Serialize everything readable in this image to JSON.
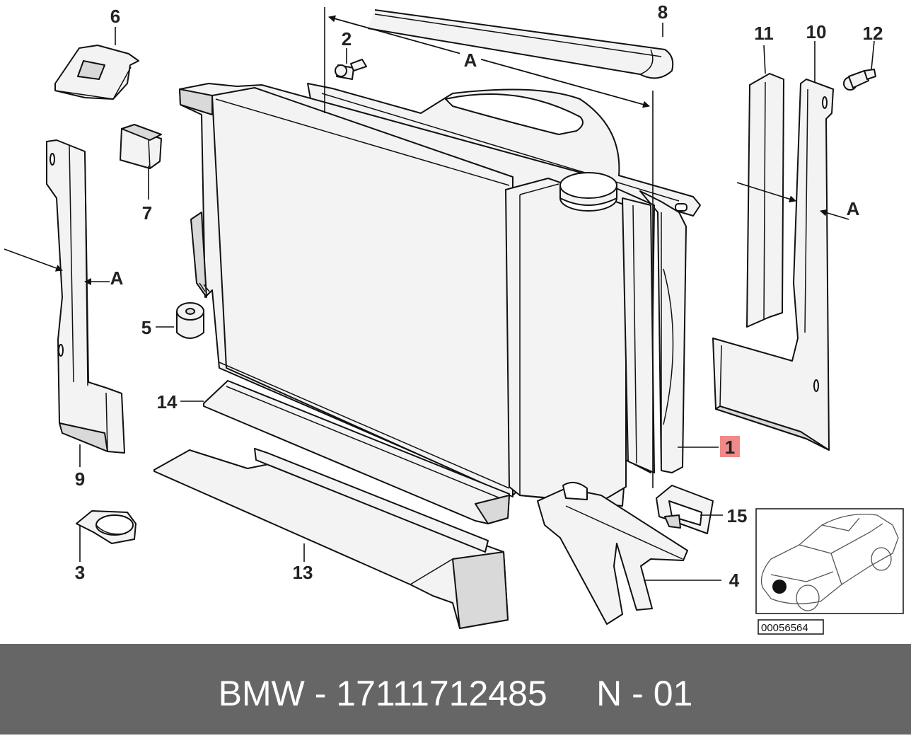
{
  "diagram": {
    "callouts": [
      "1",
      "2",
      "3",
      "4",
      "5",
      "6",
      "7",
      "8",
      "9",
      "10",
      "11",
      "12",
      "13",
      "14",
      "15"
    ],
    "section_mark": "A",
    "inset_reference": "00056564",
    "highlight_color": "#f08a8a"
  },
  "footer": {
    "text": "BMW - 17111712485     N - 01",
    "background": "#666666"
  }
}
